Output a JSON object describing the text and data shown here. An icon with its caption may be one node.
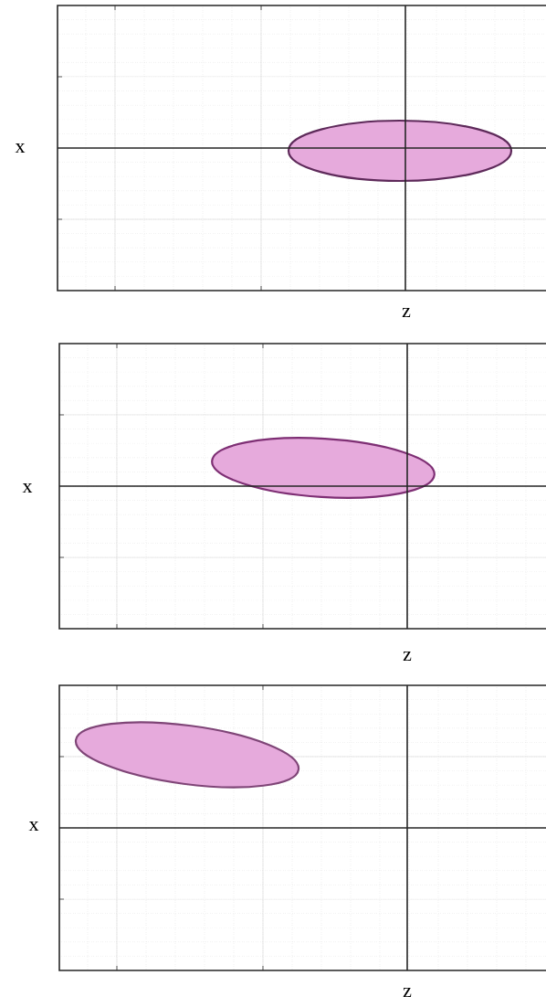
{
  "diagram": {
    "nodes": [
      {
        "text": [],
        "shape": "ellipse"
      },
      {
        "text": [],
        "shape": "ellipse"
      },
      {
        "text": [],
        "shape": "ellipse"
      }
    ],
    "labels": [
      "x",
      "z",
      "x",
      "z",
      "x",
      "z"
    ]
  }
}
